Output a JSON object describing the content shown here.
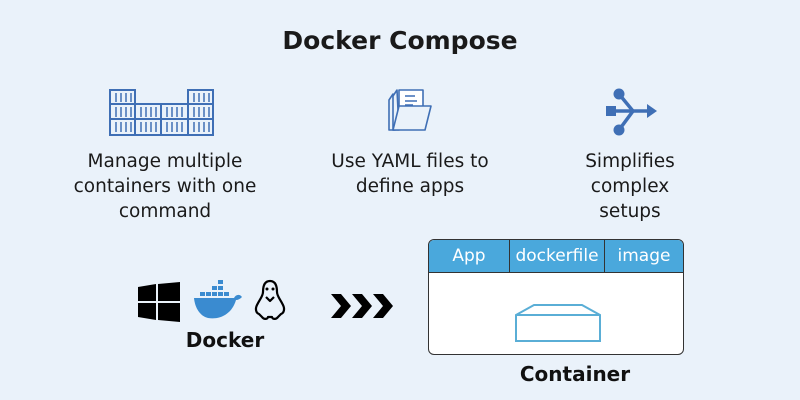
{
  "title": "Docker Compose",
  "features": [
    {
      "icon": "containers-stack-icon",
      "lines": [
        "Manage multiple",
        "containers with one",
        "command"
      ]
    },
    {
      "icon": "folder-files-icon",
      "lines": [
        "Use YAML files to",
        "define apps"
      ]
    },
    {
      "icon": "split-arrow-icon",
      "lines": [
        "Simplifies",
        "complex",
        "setups"
      ]
    }
  ],
  "docker": {
    "label": "Docker",
    "icons": [
      "windows-icon",
      "docker-whale-icon",
      "linux-tux-icon"
    ]
  },
  "arrow": "chevrons-right-icon",
  "container": {
    "label": "Container",
    "tabs": [
      "App",
      "dockerfile",
      "image"
    ]
  },
  "colors": {
    "accent": "#4aa8dc",
    "icon_blue": "#3f6fb5",
    "background": "#eaf2fa"
  }
}
